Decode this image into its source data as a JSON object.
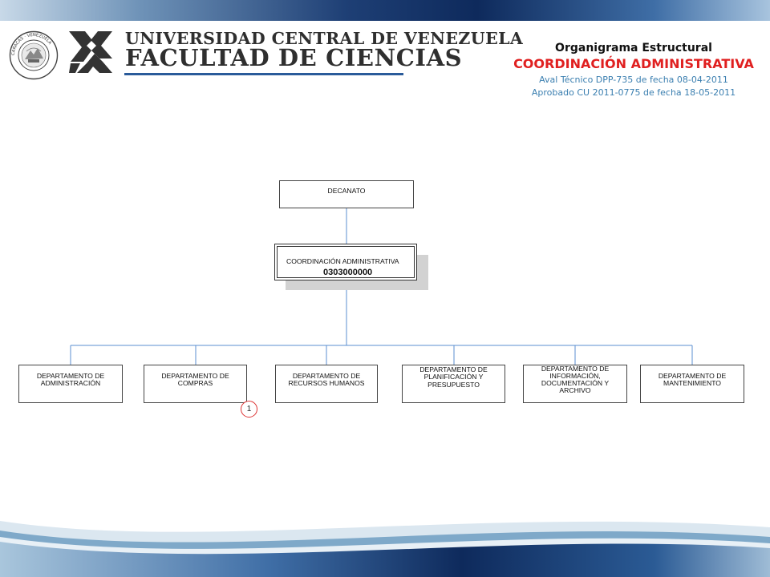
{
  "header": {
    "university_name": "UNIVERSIDAD CENTRAL DE VENEZUELA",
    "faculty_name": "FACULTAD DE CIENCIAS",
    "seal_text": "CARACAS · VENEZUELA"
  },
  "document": {
    "title": "Organigrama Estructural",
    "subtitle": "COORDINACIÓN ADMINISTRATIVA",
    "technical_endorsement": "Aval Técnico DPP-735 de fecha 08-04-2011",
    "approval": "Aprobado CU 2011-0775 de fecha 18-05-2011"
  },
  "org_chart": {
    "top_unit": {
      "label": "DECANATO"
    },
    "main_unit": {
      "label": "COORDINACIÓN ADMINISTRATIVA",
      "code": "0303000000"
    },
    "departments": [
      {
        "label": "DEPARTAMENTO DE ADMINISTRACIÓN"
      },
      {
        "label": "DEPARTAMENTO DE COMPRAS"
      },
      {
        "label": "DEPARTAMENTO DE RECURSOS HUMANOS"
      },
      {
        "label": "DEPARTAMENTO DE PLANIFICACIÓN Y PRESUPUESTO"
      },
      {
        "label": "DEPARTAMENTO DE INFORMACIÓN, DOCUMENTACIÓN Y ARCHIVO"
      },
      {
        "label": "DEPARTAMENTO DE MANTENIMIENTO"
      }
    ],
    "note_marker": "1"
  },
  "colors": {
    "connector": "#5b8fd0",
    "title_red": "#e02020",
    "caption_blue": "#3b7fb0",
    "brand_navy": "#1e3f75"
  }
}
